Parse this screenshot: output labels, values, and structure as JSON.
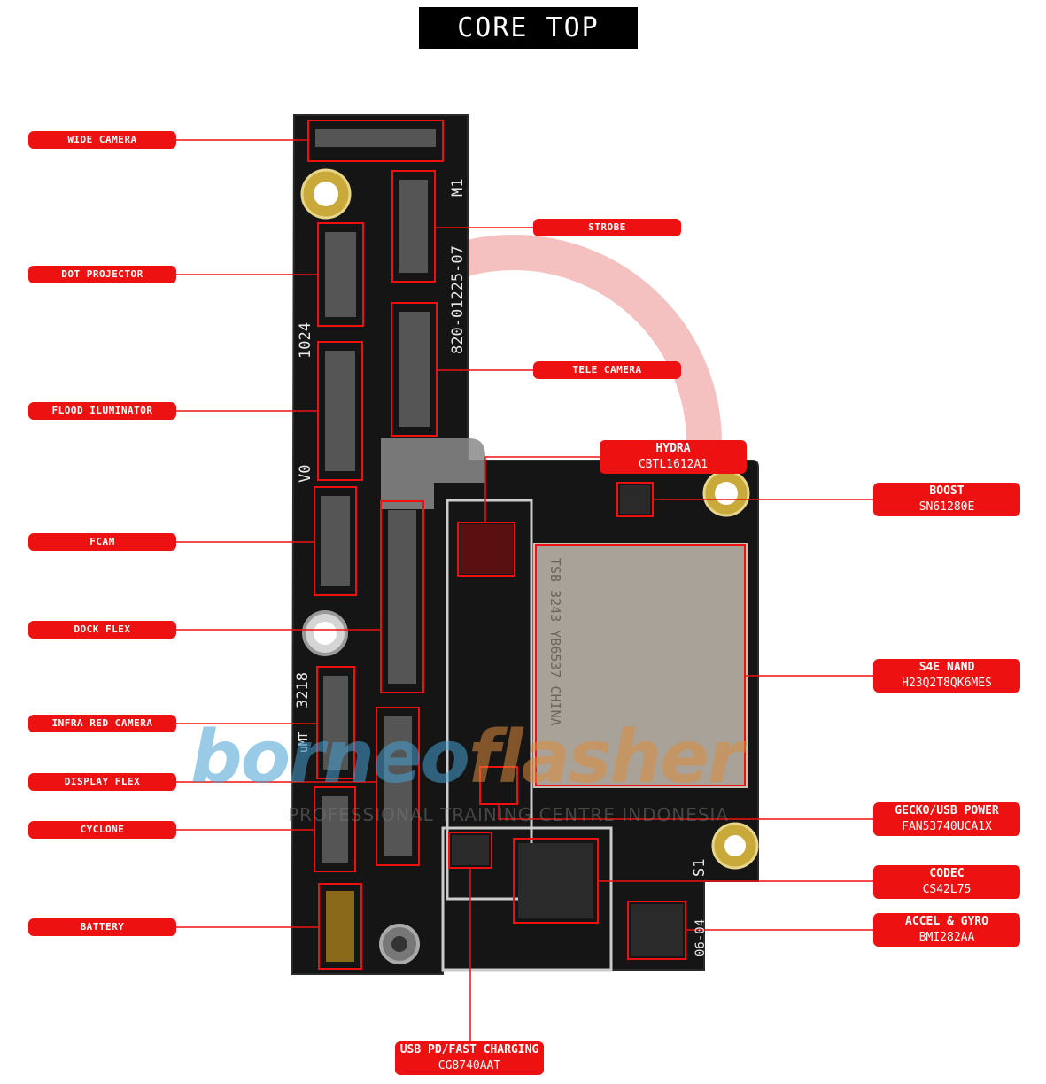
{
  "title": "CORE TOP",
  "labels": {
    "wide_camera": "WIDE CAMERA",
    "dot_projector": "DOT PROJECTOR",
    "flood_illuminator": "FLOOD ILUMINATOR",
    "fcam": "FCAM",
    "dock_flex": "DOCK FLEX",
    "infra_red_camera": "INFRA RED CAMERA",
    "display_flex": "DISPLAY FLEX",
    "cyclone": "CYCLONE",
    "battery": "BATTERY",
    "strobe": "STROBE",
    "tele_camera": "TELE CAMERA",
    "hydra": {
      "name": "HYDRA",
      "part": "CBTL1612A1"
    },
    "boost": {
      "name": "BOOST",
      "part": "SN61280E"
    },
    "s4e_nand": {
      "name": "S4E NAND",
      "part": "H23Q2T8QK6MES"
    },
    "gecko_usb_power": {
      "name": "GECKO/USB POWER",
      "part": "FAN53740UCA1X"
    },
    "codec": {
      "name": "CODEC",
      "part": "CS42L75"
    },
    "accel_gyro": {
      "name": "ACCEL & GYRO",
      "part": "BMI282AA"
    },
    "usb_pd": {
      "name": "USB PD/FAST CHARGING",
      "part": "CG8740AAT"
    }
  },
  "board_text": {
    "board_id": "820-01225-07",
    "m1": "M1",
    "code_1024": "1024",
    "v0": "V0",
    "code_3218": "3218",
    "um": "uMT",
    "s1": "S1",
    "code_0604": "06-04",
    "nand_marking": "TSB 3243 YB6537 CHINA"
  },
  "watermark": {
    "text_a": "borneo",
    "text_b": "flasher",
    "sub": "PROFESSIONAL TRAINING CENTRE INDONESIA"
  },
  "colors": {
    "label_bg": "#ee1111",
    "leader_line": "#ee1111",
    "board": "#141414",
    "title_bg": "#000000"
  }
}
